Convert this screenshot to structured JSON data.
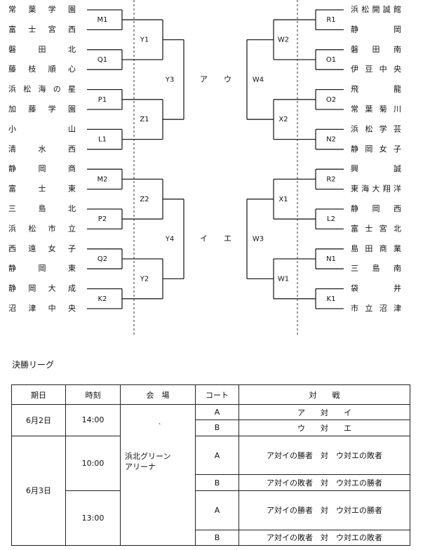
{
  "bracket": {
    "left_teams": [
      "常葉学園",
      "富士宮西",
      "磐田北",
      "藤枝順心",
      "浜松海の星",
      "加藤学園",
      "小山",
      "清水西",
      "静岡商",
      "富士東",
      "三島北",
      "浜松市立",
      "西遠女子",
      "静岡東",
      "静岡大成",
      "沼津中央"
    ],
    "right_teams": [
      "浜松開誠館",
      "静岡",
      "磐田南",
      "伊豆中央",
      "飛龍",
      "常葉菊川",
      "浜松学芸",
      "静岡女子",
      "興誠",
      "東海大翔洋",
      "静岡西",
      "富士宮北",
      "島田商業",
      "三島南",
      "袋井",
      "市立沼津"
    ],
    "left_r1": [
      "M1",
      "Q1",
      "P1",
      "L1",
      "M2",
      "P2",
      "Q2",
      "K2"
    ],
    "right_r1": [
      "R1",
      "O1",
      "O2",
      "N2",
      "R2",
      "L2",
      "N1",
      "K1"
    ],
    "left_r2": [
      "Y1",
      "Z1",
      "Z2",
      "Y2"
    ],
    "right_r2": [
      "W2",
      "X2",
      "X1",
      "W1"
    ],
    "left_r3": [
      "Y3",
      "Y4"
    ],
    "right_r3": [
      "W4",
      "W3"
    ],
    "left_finals": [
      "ア",
      "イ"
    ],
    "right_finals": [
      "ウ",
      "エ"
    ]
  },
  "league": {
    "title": "決勝リーグ",
    "headers": {
      "date": "期日",
      "time": "時刻",
      "venue": "会　場",
      "court": "コート",
      "match": "対　　戦"
    },
    "venue_lines": [
      "浜北グリーン",
      "アリーナ"
    ],
    "tick_mark": "`",
    "dates": [
      "6月2日",
      "6月3日"
    ],
    "times": [
      "14:00",
      "10:00",
      "13:00"
    ],
    "rows": [
      {
        "court": "A",
        "match": "ア　　対　　イ"
      },
      {
        "court": "B",
        "match": "ウ　　対　　エ"
      },
      {
        "court": "A",
        "match": "ア対イの勝者　対　ウ対エの敗者"
      },
      {
        "court": "B",
        "match": "ア対イの敗者　対　ウ対エの勝者"
      },
      {
        "court": "A",
        "match": "ア対イの勝者　対　ウ対エの勝者"
      },
      {
        "court": "B",
        "match": "ア対イの敗者　対　ウ対エの敗者"
      }
    ]
  }
}
